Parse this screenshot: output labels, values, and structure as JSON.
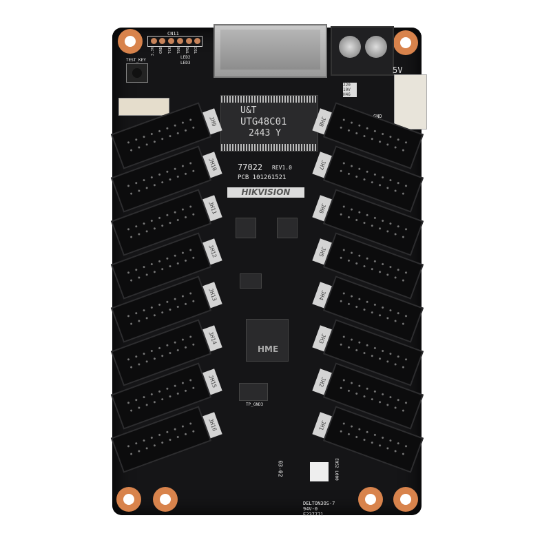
{
  "board": {
    "brand": "HIKVISION",
    "model": "77022",
    "revision": "REV1.0",
    "pcb_number": "PCB 101261521",
    "main_ic": {
      "maker": "U&T",
      "part": "UTG48C01",
      "date_code": "2443 Y"
    },
    "controller_ic": "HME",
    "silkscreen": {
      "cn11": "CN11",
      "test_key": "TEST_KEY",
      "voltage": "5V",
      "cap": "220 10V H46",
      "gnd": "GND",
      "pin_labels": [
        "3.3V",
        "GND",
        "TCK",
        "TDO",
        "TMS",
        "TDI"
      ],
      "led2": "LED2",
      "led3": "LED3",
      "tp_gnd3": "TP_GND3",
      "date": "03-02",
      "qr_code_text": "E052 L000",
      "manufacturer": "DELTON3OS-7",
      "rating": "94V-0",
      "ul_number": "E237771"
    },
    "left_connectors": [
      "JH9",
      "JH10",
      "JH11",
      "JH12",
      "JH13",
      "JH14",
      "JH15",
      "JH16"
    ],
    "right_connectors": [
      "JH8",
      "JH7",
      "JH6",
      "JH5",
      "JH4",
      "JH3",
      "JH2",
      "JH1"
    ],
    "colors": {
      "pcb": "#151517",
      "pads": "#d8834c",
      "silk": "#e6e6e6"
    }
  }
}
